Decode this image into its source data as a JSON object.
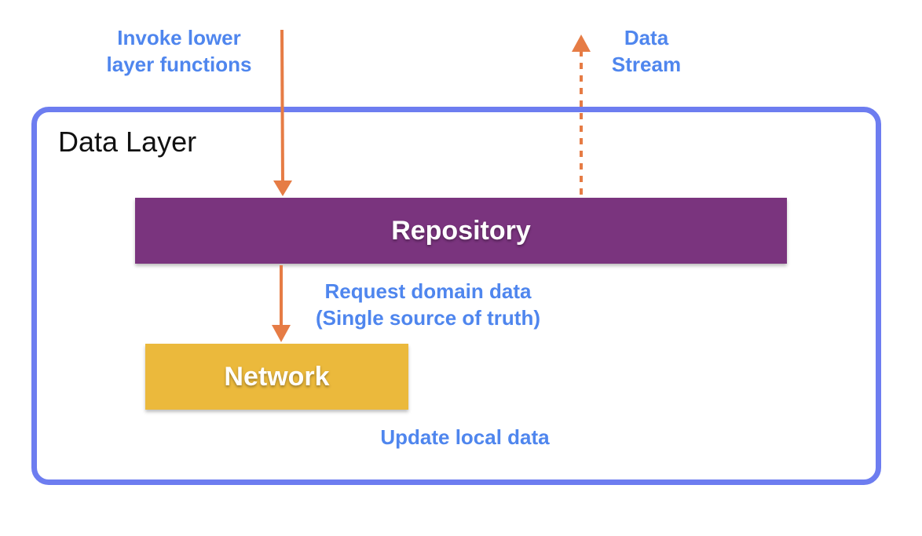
{
  "diagram": {
    "layer_title": "Data Layer",
    "repository_label": "Repository",
    "network_label": "Network",
    "invoke_label_line1": "Invoke lower",
    "invoke_label_line2": "layer functions",
    "stream_label_line1": "Data",
    "stream_label_line2": "Stream",
    "request_label_line1": "Request domain data",
    "request_label_line2": "(Single source of truth)",
    "update_label": "Update local data"
  },
  "colors": {
    "layer_border": "#6d7df0",
    "repository": "#7a347e",
    "network": "#ebb93c",
    "arrow": "#e67c45",
    "label_text": "#4f86ee"
  }
}
